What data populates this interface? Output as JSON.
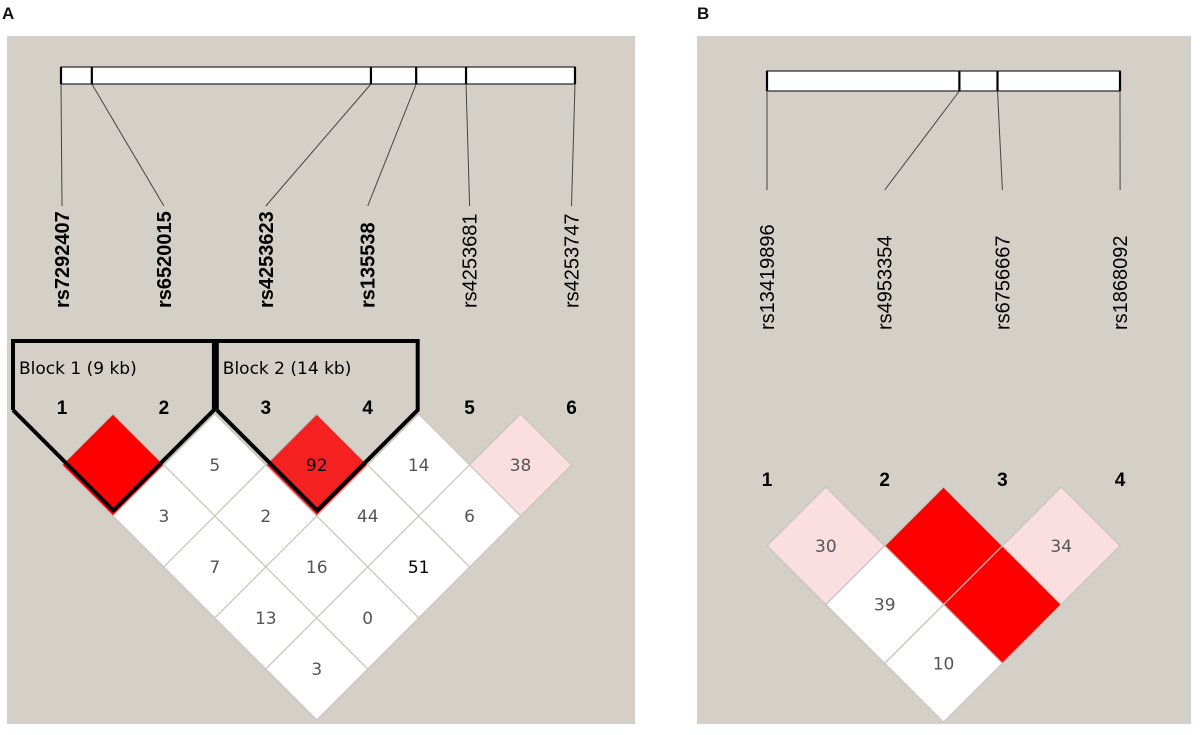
{
  "panels": [
    {
      "id": "A",
      "letter": "A",
      "snps": [
        {
          "index": "1",
          "name": "rs7292407",
          "bold": true,
          "relpos": 0.0
        },
        {
          "index": "2",
          "name": "rs6520015",
          "bold": true,
          "relpos": 0.06
        },
        {
          "index": "3",
          "name": "rs4253623",
          "bold": true,
          "relpos": 0.603
        },
        {
          "index": "4",
          "name": "rs135538",
          "bold": true,
          "relpos": 0.691
        },
        {
          "index": "5",
          "name": "rs4253681",
          "bold": false,
          "relpos": 0.788
        },
        {
          "index": "6",
          "name": "rs4253747",
          "bold": false,
          "relpos": 1.0
        }
      ],
      "blocks": [
        {
          "label": "Block 1 (9 kb)",
          "start": 1,
          "end": 2
        },
        {
          "label": "Block 2 (14 kb)",
          "start": 3,
          "end": 4
        }
      ],
      "ld_cells": [
        {
          "i": 1,
          "j": 2,
          "value": "",
          "color": "#ff0000"
        },
        {
          "i": 2,
          "j": 3,
          "value": "5",
          "color": "#ffffff"
        },
        {
          "i": 3,
          "j": 4,
          "value": "92",
          "color": "#f52020",
          "text_dark": true
        },
        {
          "i": 4,
          "j": 5,
          "value": "14",
          "color": "#ffffff"
        },
        {
          "i": 5,
          "j": 6,
          "value": "38",
          "color": "#fbdfe0"
        },
        {
          "i": 1,
          "j": 3,
          "value": "3",
          "color": "#ffffff"
        },
        {
          "i": 2,
          "j": 4,
          "value": "2",
          "color": "#ffffff"
        },
        {
          "i": 3,
          "j": 5,
          "value": "44",
          "color": "#ffffff"
        },
        {
          "i": 4,
          "j": 6,
          "value": "6",
          "color": "#ffffff"
        },
        {
          "i": 1,
          "j": 4,
          "value": "7",
          "color": "#ffffff"
        },
        {
          "i": 2,
          "j": 5,
          "value": "16",
          "color": "#ffffff"
        },
        {
          "i": 3,
          "j": 6,
          "value": "51",
          "color": "#ffffff",
          "text_dark": true
        },
        {
          "i": 1,
          "j": 5,
          "value": "13",
          "color": "#ffffff"
        },
        {
          "i": 2,
          "j": 6,
          "value": "0",
          "color": "#ffffff"
        },
        {
          "i": 1,
          "j": 6,
          "value": "3",
          "color": "#ffffff"
        }
      ]
    },
    {
      "id": "B",
      "letter": "B",
      "snps": [
        {
          "index": "1",
          "name": "rs13419896",
          "bold": false,
          "relpos": 0.0
        },
        {
          "index": "2",
          "name": "rs4953354",
          "bold": false,
          "relpos": 0.545
        },
        {
          "index": "3",
          "name": "rs6756667",
          "bold": false,
          "relpos": 0.653
        },
        {
          "index": "4",
          "name": "rs1868092",
          "bold": false,
          "relpos": 1.0
        }
      ],
      "blocks": [],
      "ld_cells": [
        {
          "i": 1,
          "j": 2,
          "value": "30",
          "color": "#fbdfe0"
        },
        {
          "i": 2,
          "j": 3,
          "value": "",
          "color": "#ff0000"
        },
        {
          "i": 3,
          "j": 4,
          "value": "34",
          "color": "#fbdfe0"
        },
        {
          "i": 1,
          "j": 3,
          "value": "39",
          "color": "#ffffff"
        },
        {
          "i": 2,
          "j": 4,
          "value": "",
          "color": "#ff0000"
        },
        {
          "i": 1,
          "j": 4,
          "value": "10",
          "color": "#ffffff"
        }
      ]
    }
  ],
  "colors": {
    "background": "#d4d0c8",
    "strong_ld": "#ff0000",
    "weak_ld": "#fbdfe0",
    "no_ld": "#ffffff"
  }
}
